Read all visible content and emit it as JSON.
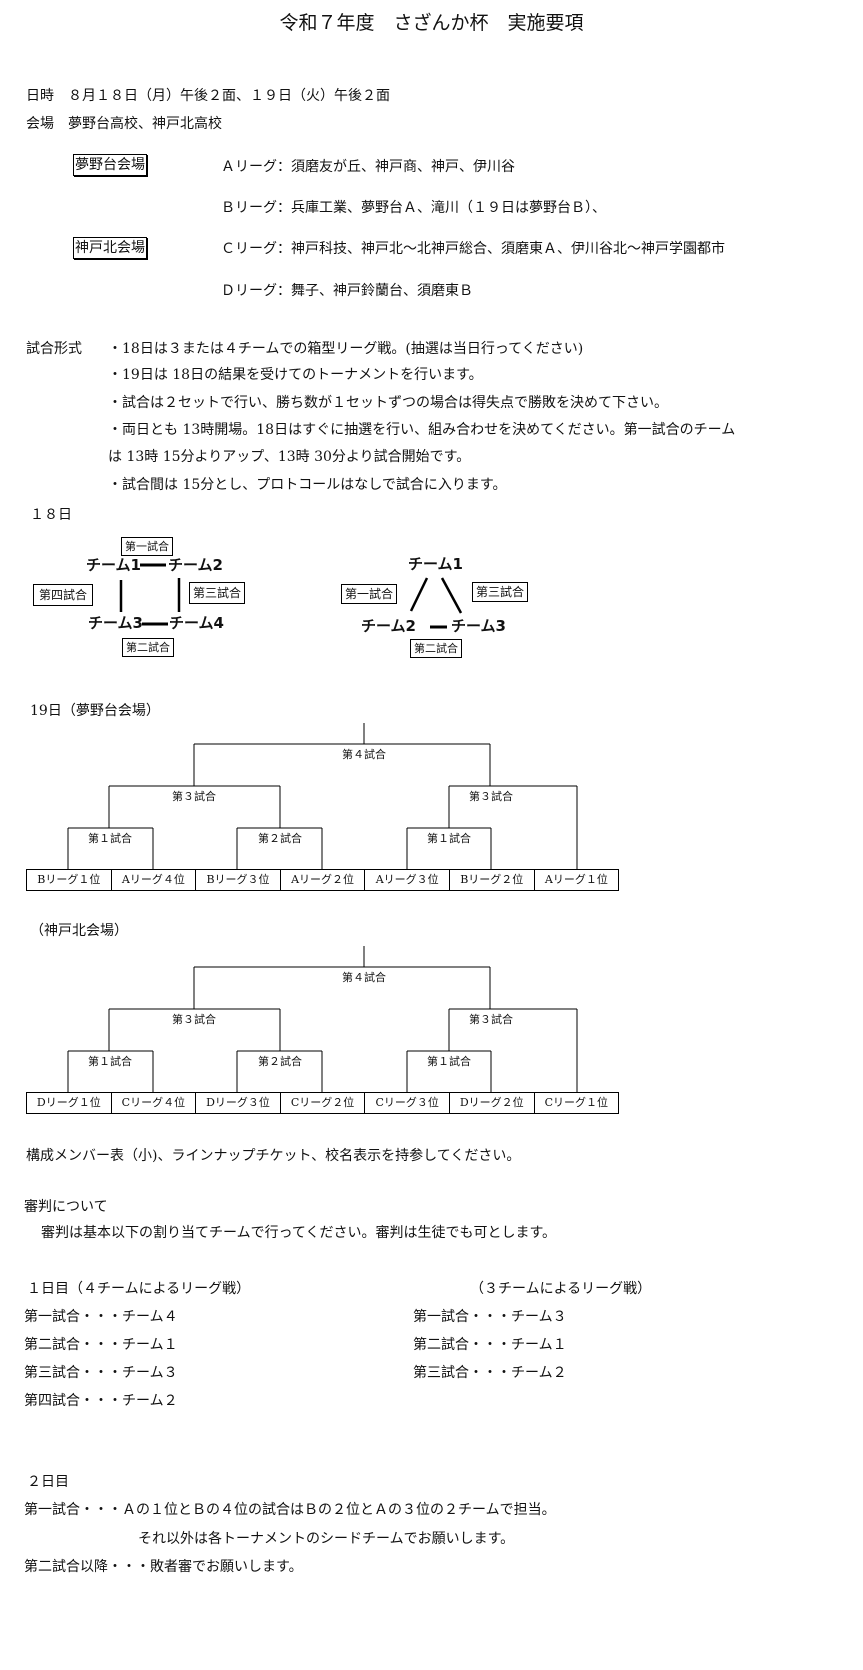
{
  "title": "令和７年度　さざんか杯　実施要項",
  "date_line": "日時　８月１８日（月）午後２面、１９日（火）午後２面",
  "venue_line": "会場　夢野台高校、神戸北高校",
  "venues": [
    {
      "name": "夢野台会場"
    },
    {
      "name": "神戸北会場"
    }
  ],
  "leagues": [
    "Ａリーグ：須磨友が丘、神戸商、神戸、伊川谷",
    "Ｂリーグ：兵庫工業、夢野台Ａ、滝川（１９日は夢野台Ｂ）、",
    "Ｃリーグ：神戸科技、神戸北～北神戸総合、須磨東Ａ、伊川谷北～神戸学園都市",
    "Ｄリーグ：舞子、神戸鈴蘭台、須磨東Ｂ"
  ],
  "format": {
    "label": "試合形式",
    "lines": [
      "・18日は３または４チームでの箱型リーグ戦。(抽選は当日行ってください)",
      "・19日は 18日の結果を受けてのトーナメントを行います。",
      "・試合は２セットで行い、勝ち数が１セットずつの場合は得失点で勝敗を決めて下さい。",
      "・両日とも 13時開場。18日はすぐに抽選を行い、組み合わせを決めてください。第一試合のチーム",
      "は 13時 15分よりアップ、13時 30分より試合開始です。",
      "・試合間は 15分とし、プロトコールはなしで試合に入ります。"
    ]
  },
  "day18": {
    "heading": "１８日",
    "four": {
      "team1": "チーム1",
      "team2": "チーム2",
      "team3": "チーム3",
      "team4": "チーム4",
      "game1": "第一試合",
      "game2": "第二試合",
      "game3": "第三試合",
      "game4": "第四試合"
    },
    "three": {
      "team1": "チーム1",
      "team2": "チーム2",
      "team3": "チーム3",
      "game1": "第一試合",
      "game2": "第二試合",
      "game3": "第三試合"
    }
  },
  "day19_yumeno": {
    "heading": "19日（夢野台会場）",
    "final": "第４試合",
    "semi_left": "第３試合",
    "semi_right": "第３試合",
    "r1": [
      "第１試合",
      "第２試合",
      "第１試合"
    ],
    "seeds": [
      "Bリーグ１位",
      "Aリーグ４位",
      "Bリーグ３位",
      "Aリーグ２位",
      "Aリーグ３位",
      "Bリーグ２位",
      "Aリーグ１位"
    ]
  },
  "day19_kobekita": {
    "heading": "（神戸北会場）",
    "final": "第４試合",
    "semi_left": "第３試合",
    "semi_right": "第３試合",
    "r1": [
      "第１試合",
      "第２試合",
      "第１試合"
    ],
    "seeds": [
      "Dリーグ１位",
      "Cリーグ４位",
      "Dリーグ３位",
      "Cリーグ２位",
      "Cリーグ３位",
      "Dリーグ２位",
      "Cリーグ１位"
    ]
  },
  "bring_note": "構成メンバー表（小)、ラインナップチケット、校名表示を持参してください。",
  "referee": {
    "heading": "審判について",
    "intro": "審判は基本以下の割り当てチームで行ってください。審判は生徒でも可とします。",
    "day1_heading": "１日目（４チームによるリーグ戦）",
    "day1_four": [
      "第一試合・・・チーム４",
      "第二試合・・・チーム１",
      "第三試合・・・チーム３",
      "第四試合・・・チーム２"
    ],
    "day1_three_heading": "（３チームによるリーグ戦）",
    "day1_three": [
      "第一試合・・・チーム３",
      "第二試合・・・チーム１",
      "第三試合・・・チーム２"
    ],
    "day2_heading": "２日目",
    "day2_lines": [
      "第一試合・・・Ａの１位とＢの４位の試合はＢの２位とＡの３位の２チームで担当。",
      "それ以外は各トーナメントのシードチームでお願いします。",
      "第二試合以降・・・敗者審でお願いします。"
    ]
  }
}
